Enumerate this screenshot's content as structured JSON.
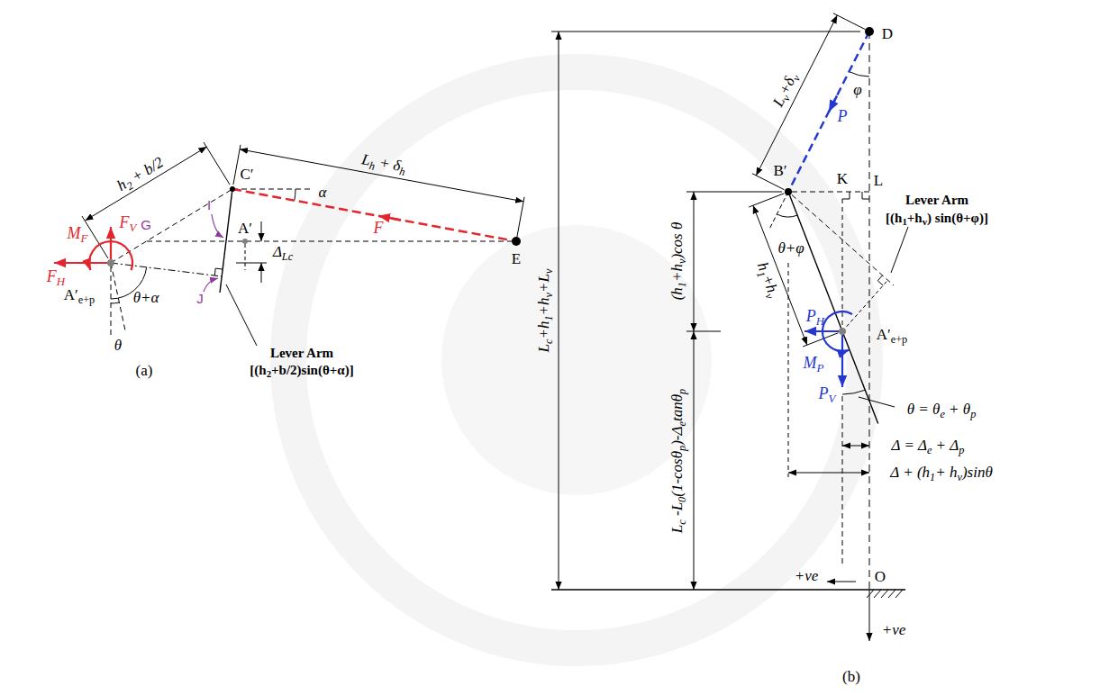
{
  "diagram": {
    "labels": [
      "h2 + b/2",
      "FV",
      "C′",
      "I",
      "G",
      "α",
      "Lh + δh",
      "MF",
      "A′",
      "F",
      "E",
      "FH",
      "A′e+p",
      "θ+α",
      "ΔLc",
      "θ",
      "J",
      "Lever Arm",
      "[(h2+b/2)sin(θ+α)]",
      "(a)",
      "Lc+h1+hv+Lv",
      "D",
      "Lv+δv",
      "φ",
      "P",
      "B′",
      "K",
      "L",
      "Lever Arm",
      "[(h1+hv) sin(θ+φ)]",
      "(h1+hv)cos θ",
      "θ+φ",
      "h1+hv",
      "PH",
      "A′e+p",
      "MP",
      "PV",
      "θ = θe + θp",
      "Lc -L0(1-cosθp)-Δetanθp",
      "Δ = Δe + Δp",
      "Δ + (h1+ hv)sinθ",
      "+ve",
      "O",
      "+ve",
      "(b)"
    ]
  }
}
